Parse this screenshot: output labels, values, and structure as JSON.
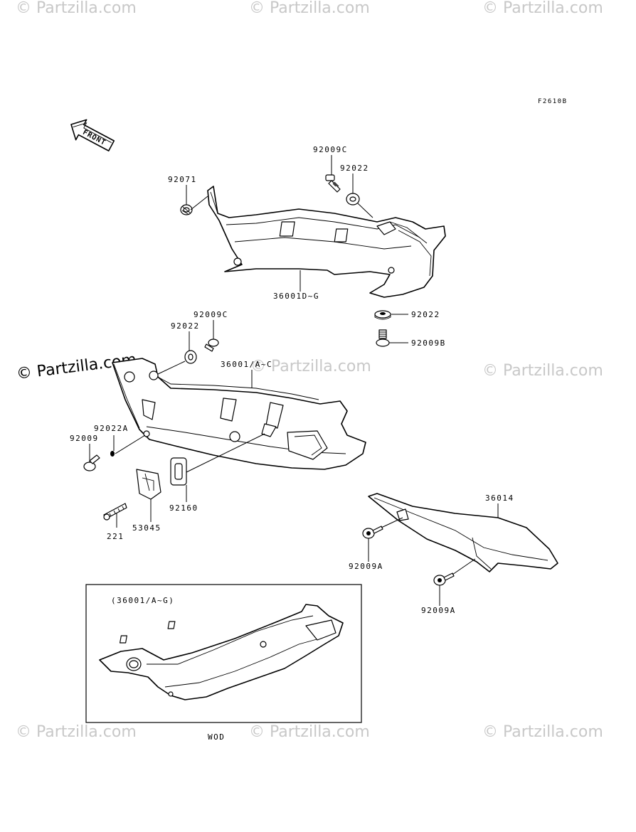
{
  "diagram_code": "F2610B",
  "front_label": "FRONT",
  "inset_title": "(36001/A~G)",
  "footer_code": "WOD",
  "watermark": "© Partzilla.com",
  "callouts": {
    "c1": "92009C",
    "c2": "92022",
    "c3": "92071",
    "c4": "36001D~G",
    "c5": "92022",
    "c6": "92009B",
    "c7": "92009C",
    "c8": "92022",
    "c9": "36001/A~C",
    "c10": "92022A",
    "c11": "92009",
    "c12": "92160",
    "c13": "53045",
    "c14": "221",
    "c15": "36014",
    "c16": "92009A",
    "c17": "92009A"
  }
}
